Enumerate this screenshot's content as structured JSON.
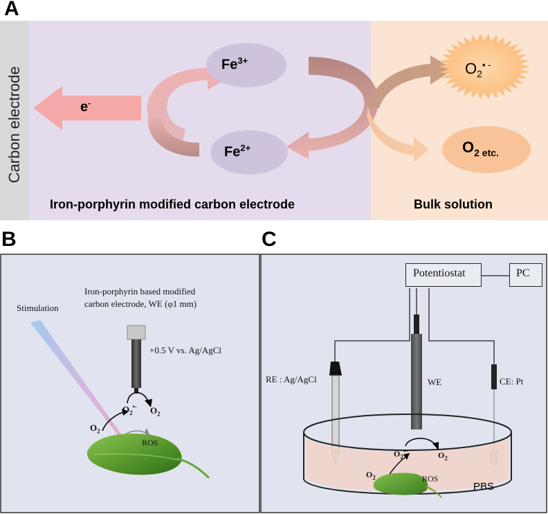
{
  "panels": {
    "a": {
      "letter": "A",
      "electrode_label": "Carbon electrode",
      "electron": "e",
      "electron_sup": "-",
      "fe3": "Fe",
      "fe3_sup": "3+",
      "fe2": "Fe",
      "fe2_sup": "2+",
      "superoxide": "O",
      "superoxide_sub": "2",
      "superoxide_sup": "▪ -",
      "oxygen": "O",
      "oxygen_sub": "2 etc.",
      "modified_label": "Iron-porphyrin modified carbon electrode",
      "bulk_label": "Bulk solution"
    },
    "b": {
      "letter": "B",
      "stimulation": "Stimulation",
      "electrode_line1": "Iron-porphyrin based modified",
      "electrode_line2": "carbon electrode, WE (φ1 mm)",
      "potential": "+0.5 V vs. Ag/AgCl",
      "o2_left": "O",
      "o2_left_sub": "2",
      "superoxide": "O",
      "superoxide_sub": "2",
      "superoxide_sup": "•-",
      "o2_right": "O",
      "o2_right_sub": "2",
      "ros": "ROS"
    },
    "c": {
      "letter": "C",
      "potentiostat": "Potentiostat",
      "pc": "PC",
      "re": "RE : Ag/AgCl",
      "we": "WE",
      "ce": "CE: Pt",
      "superoxide": "O",
      "superoxide_sub": "2",
      "superoxide_sup": "•-",
      "o2_right": "O",
      "o2_right_sub": "2",
      "o2_left": "O",
      "o2_left_sub": "2",
      "ros": "ROS",
      "pbs": "PBS"
    }
  },
  "colors": {
    "panel_a_purple": "#e4dcec",
    "panel_a_peach": "#fbe4d2",
    "electrode_gray": "#d9d9d9",
    "ellipse_purple": "#cfc2dc",
    "ellipse_orange": "#f9c39a",
    "star_orange": "#fcc58a",
    "panel_bc_bg": "#e1e4ee",
    "leaf_green": "#5ea133"
  }
}
